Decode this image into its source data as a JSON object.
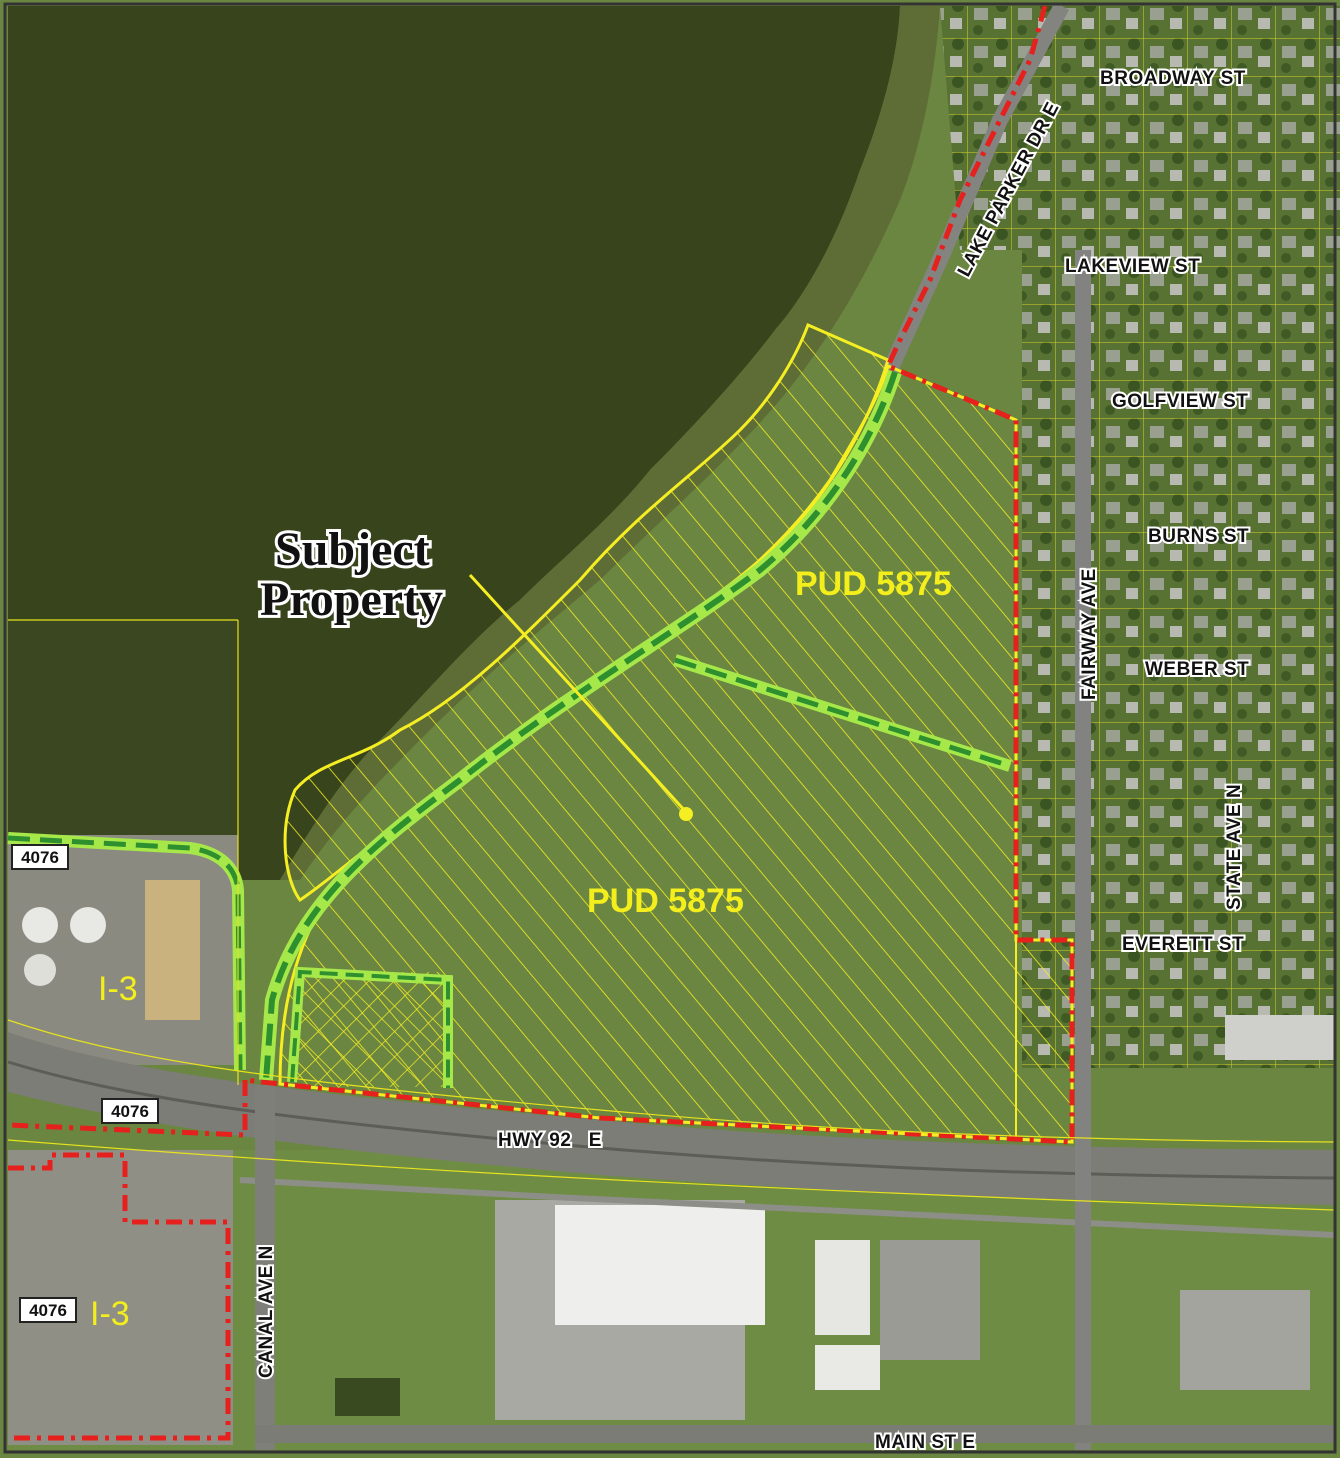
{
  "map": {
    "callout": {
      "line1": "Subject",
      "line2": "Property"
    },
    "zoning": [
      {
        "label": "PUD 5875"
      },
      {
        "label": "PUD 5875"
      },
      {
        "label": "I-3"
      },
      {
        "label": "I-3"
      }
    ],
    "route_shields": [
      {
        "label": "4076"
      },
      {
        "label": "4076"
      },
      {
        "label": "4076"
      }
    ],
    "streets": [
      {
        "label": "LAKE PARKER DR E"
      },
      {
        "label": "BROADWAY ST"
      },
      {
        "label": "LAKEVIEW ST"
      },
      {
        "label": "GOLFVIEW ST"
      },
      {
        "label": "BURNS ST"
      },
      {
        "label": "WEBER ST"
      },
      {
        "label": "FAIRWAY AVE"
      },
      {
        "label": "STATE AVE N"
      },
      {
        "label": "EVERETT ST"
      },
      {
        "label": "HWY 92   E"
      },
      {
        "label": "CANAL AVE N"
      },
      {
        "label": "MAIN ST E"
      }
    ],
    "colors": {
      "lake": "#38441c",
      "land": "#6e8a3e",
      "residential": "#5b7536",
      "parcel_line": "#e6e21e",
      "subject_boundary": "#f5ee22",
      "city_limit_red": "#e5201d",
      "green_dashed": "#2e8f2e",
      "green_highlight": "#a6e84a",
      "road": "#7d7d77"
    }
  }
}
